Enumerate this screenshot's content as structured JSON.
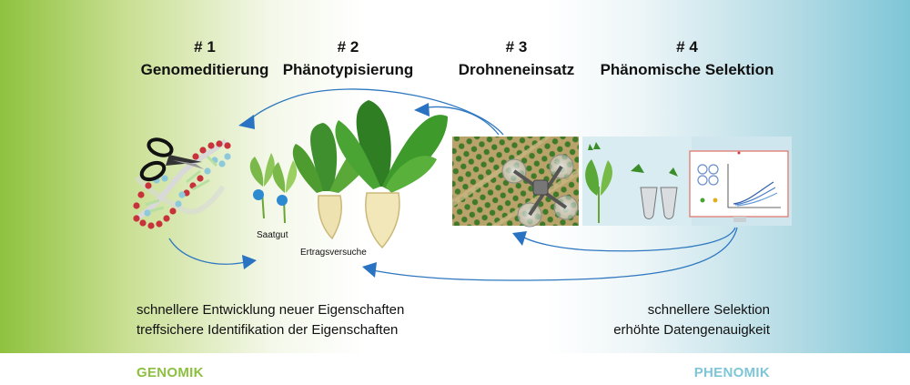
{
  "steps": [
    {
      "num": "# 1",
      "name": "Genomeditierung"
    },
    {
      "num": "# 2",
      "name": "Phänotypisierung"
    },
    {
      "num": "# 3",
      "name": "Drohneneinsatz"
    },
    {
      "num": "# 4",
      "name": "Phänomische Selektion"
    }
  ],
  "labels": {
    "seed": "Saatgut",
    "trials": "Ertragsversuche"
  },
  "captions": {
    "left_line1": "schnellere Entwicklung neuer Eigenschaften",
    "left_line2": "treffsichere Identifikation der Eigenschaften",
    "right_line1": "schnellere Selektion",
    "right_line2": "erhöhte Datengenauigkeit"
  },
  "footer": {
    "left": "GENOMIK",
    "right": "PHENOMIK"
  },
  "colors": {
    "genomik": "#8dc03f",
    "phenomik": "#7ec6d7",
    "arrow": "#2f78c0"
  }
}
